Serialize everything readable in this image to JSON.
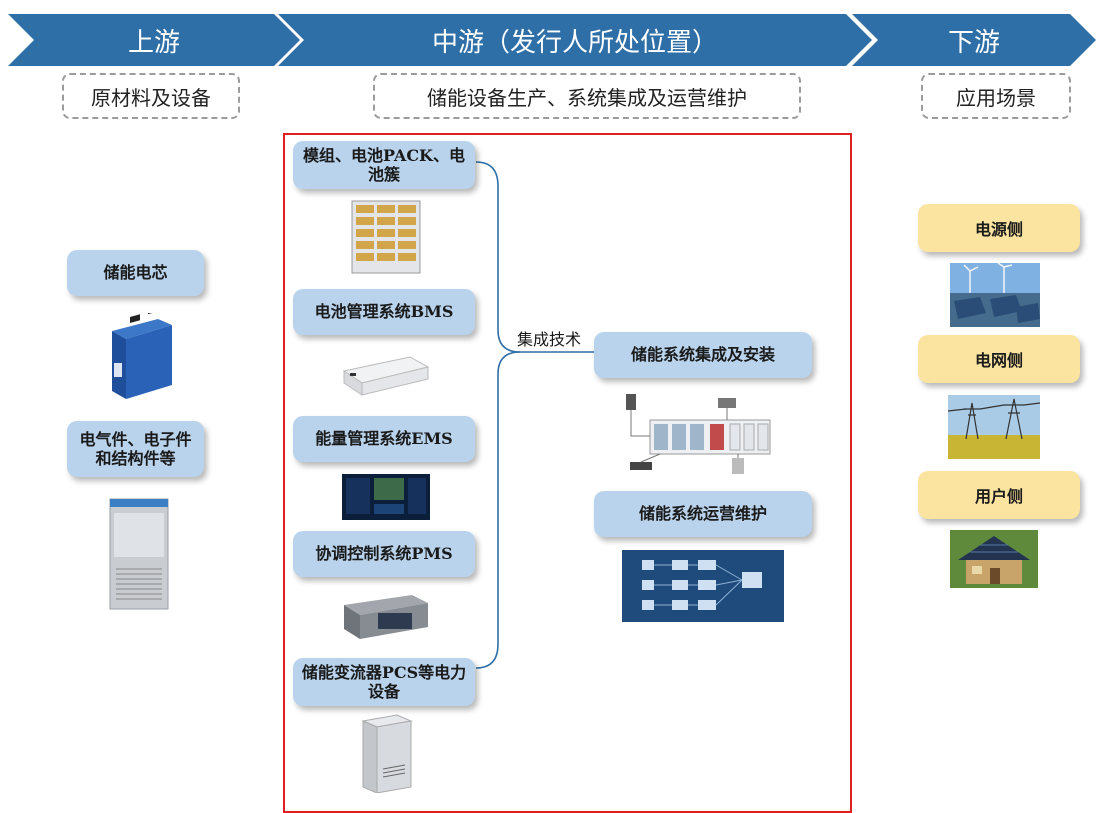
{
  "header": {
    "upstream": "上游",
    "midstream": "中游（发行人所处位置）",
    "downstream": "下游"
  },
  "categories": {
    "upstream": "原材料及设备",
    "midstream": "储能设备生产、系统集成及运营维护",
    "downstream": "应用场景"
  },
  "upstream_items": [
    "储能电芯",
    "电气件、电子件和结构件等"
  ],
  "midstream_items": [
    "模组、电池PACK、电池簇",
    "电池管理系统BMS",
    "能量管理系统EMS",
    "协调控制系统PMS",
    "储能变流器PCS等电力设备"
  ],
  "integration_label": "集成技术",
  "integration_items": [
    "储能系统集成及安装",
    "储能系统运营维护"
  ],
  "downstream_items": [
    "电源侧",
    "电网侧",
    "用户侧"
  ],
  "colors": {
    "chevron": "#2f6fa7",
    "blue_box": "#b9d3ec",
    "yellow_box": "#fbe4a0",
    "frame": "#e02020"
  }
}
